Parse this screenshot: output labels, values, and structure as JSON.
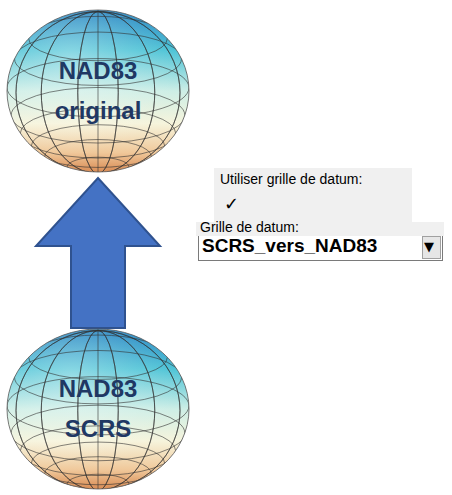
{
  "diagram": {
    "nodes": [
      {
        "text": [
          "NAD83 original"
        ]
      },
      {
        "text": [
          "NAD83 SCRS"
        ]
      }
    ],
    "edges": [
      {
        "from": 1,
        "to": 0,
        "arrow": "to"
      }
    ],
    "labels": [
      "Utiliser grille de datum:",
      "✓",
      "Grille de datum:",
      "SCRS_vers_NAD83",
      "▼"
    ]
  }
}
